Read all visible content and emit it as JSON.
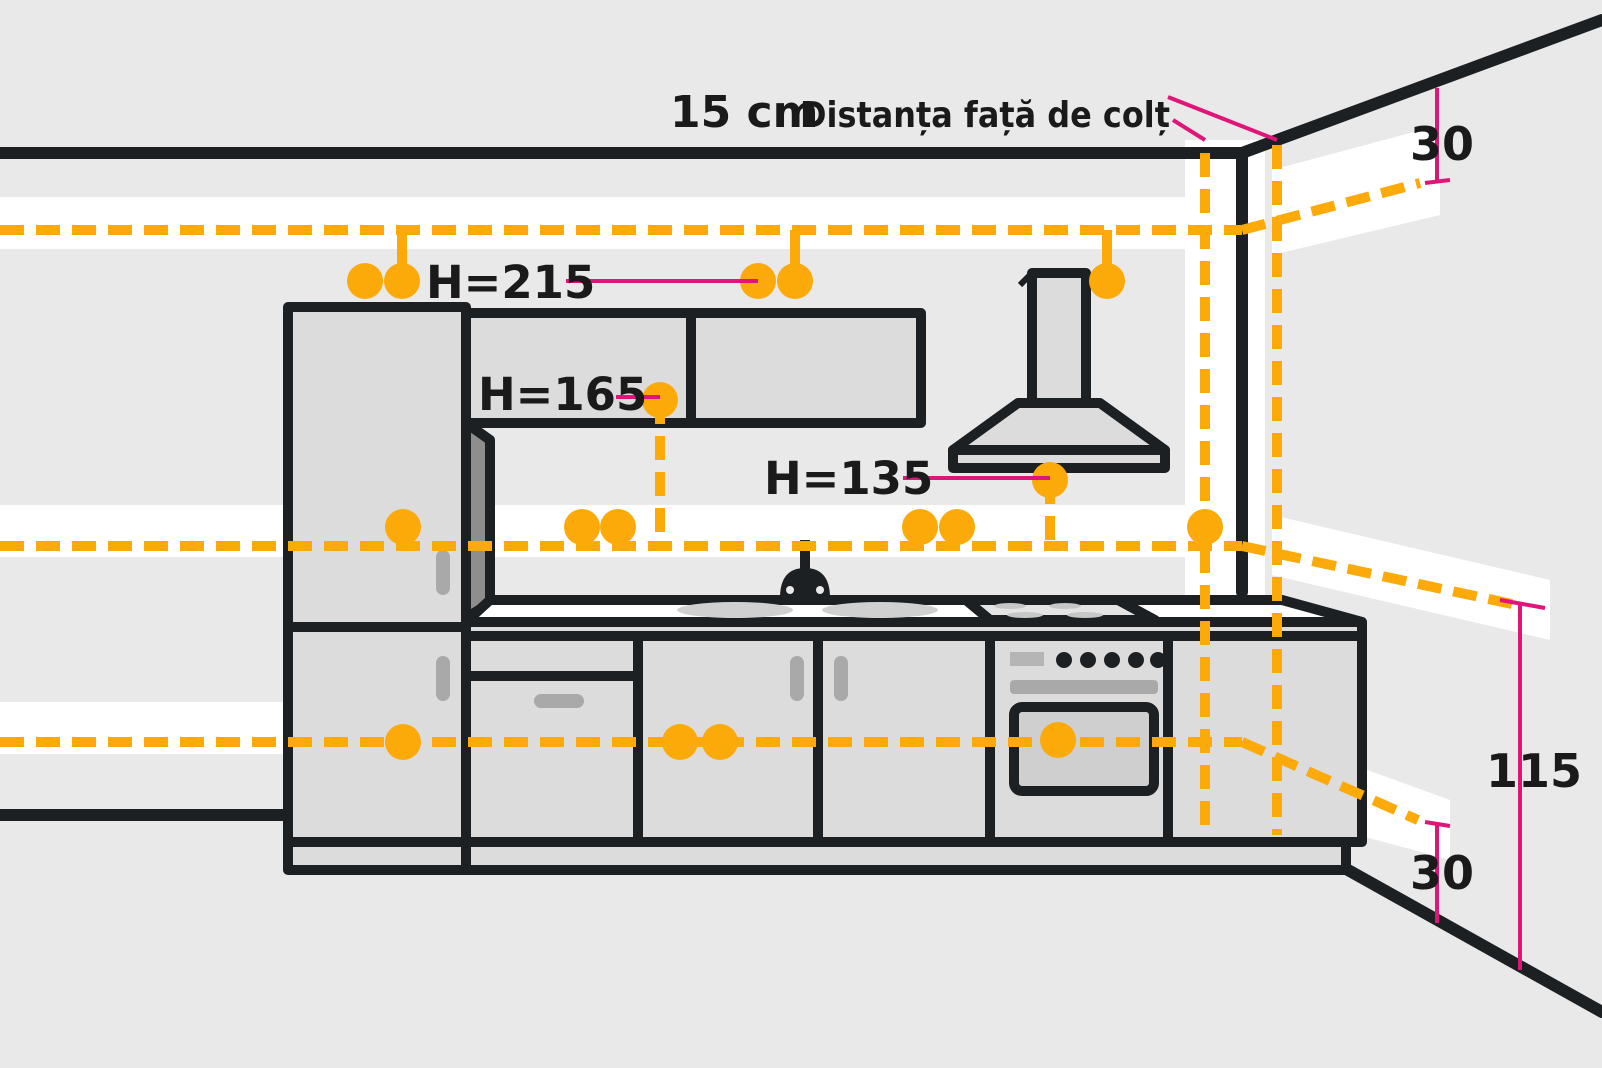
{
  "labels": {
    "h215": "H=215",
    "h165": "H=165",
    "h135": "H=135",
    "corner_value": "15 cm",
    "corner_text": "Distanța față de colț",
    "dim_top": "30",
    "dim_bottom": "30",
    "dim_right": "115"
  },
  "colors": {
    "outlet": "#fca90a",
    "dimension": "#e0157a",
    "outline": "#1c2022",
    "cabinet": "#dcdcdc",
    "wall": "#e9e9e9",
    "band": "#ffffff"
  }
}
